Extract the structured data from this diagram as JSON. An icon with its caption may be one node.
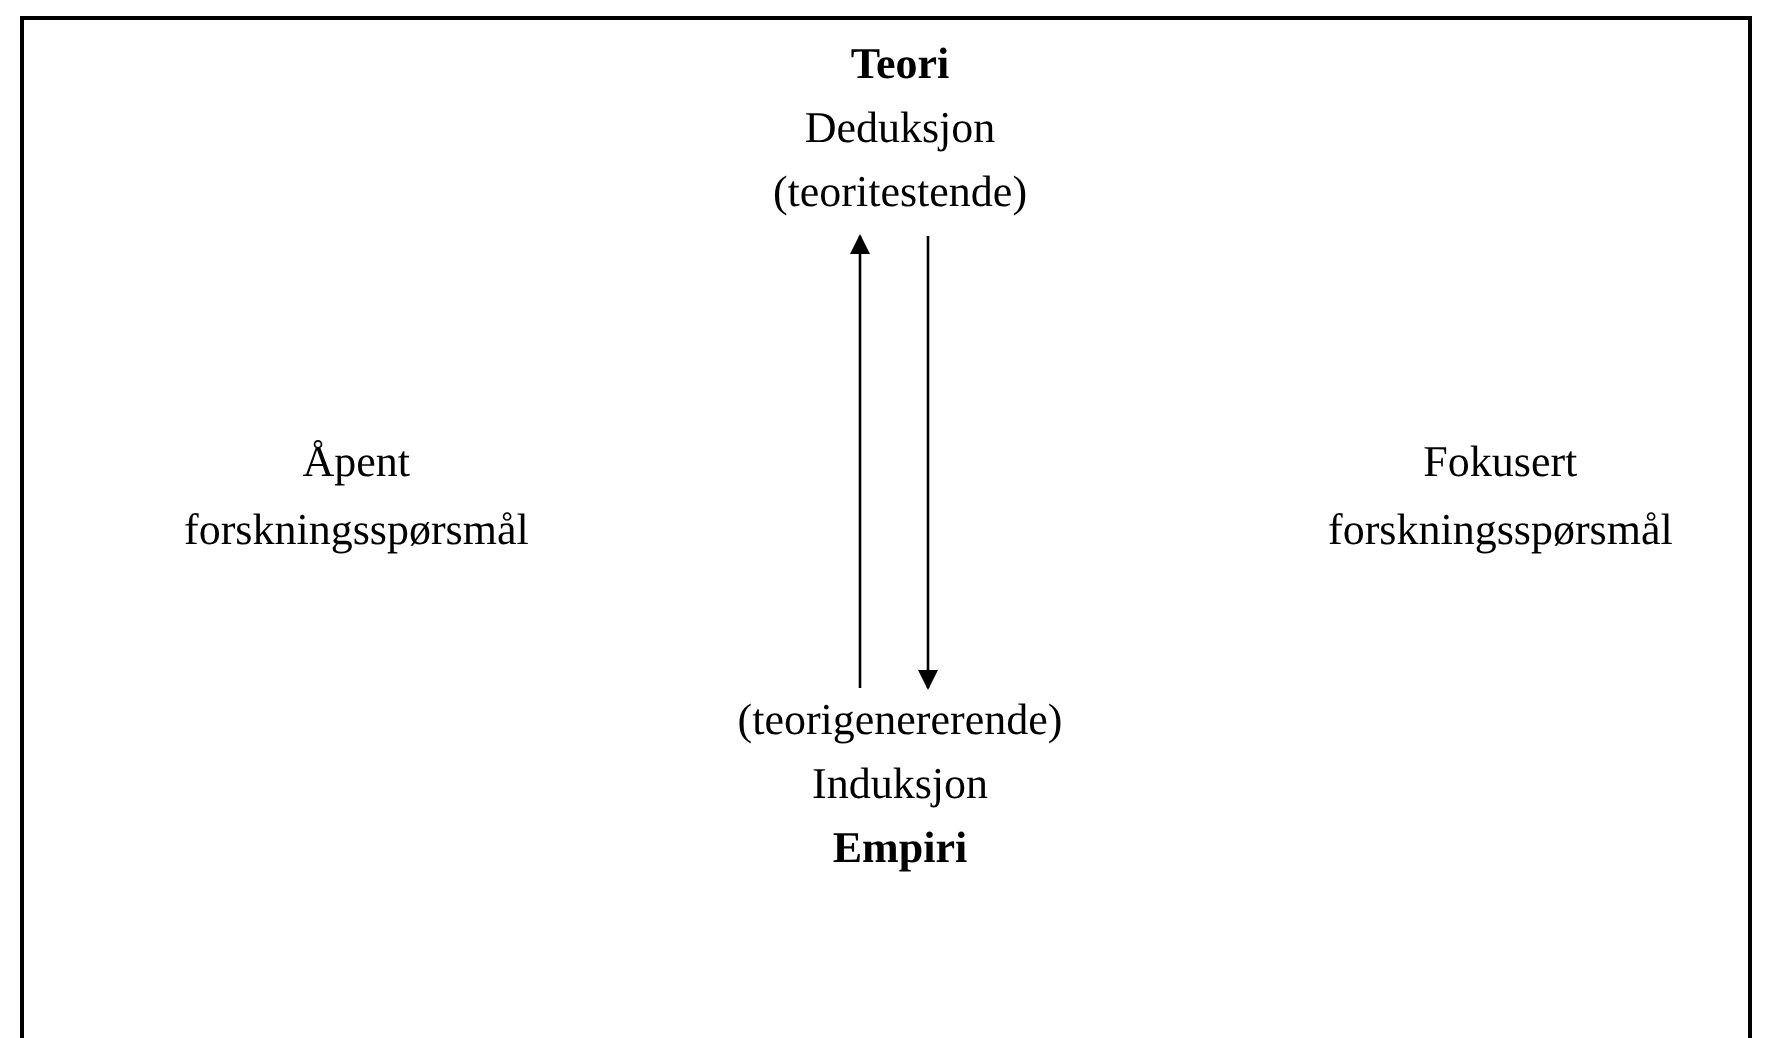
{
  "diagram": {
    "nodes": [
      {
        "text": [],
        "shape": "box"
      },
      {
        "text": [
          "Teori",
          "Deduksjon",
          "(teoritestende)"
        ],
        "in": 0
      },
      {
        "text": [
          "(teorigenererende)",
          "Induksjon",
          "Empiri"
        ],
        "in": 0
      }
    ],
    "edges": [
      {
        "from": 2,
        "to": 1,
        "arrow": "to"
      },
      {
        "from": 1,
        "to": 2,
        "arrow": "to"
      }
    ],
    "labels": [
      "Åpent forskningsspørsmål",
      "Fokusert forskningsspørsmål"
    ]
  }
}
